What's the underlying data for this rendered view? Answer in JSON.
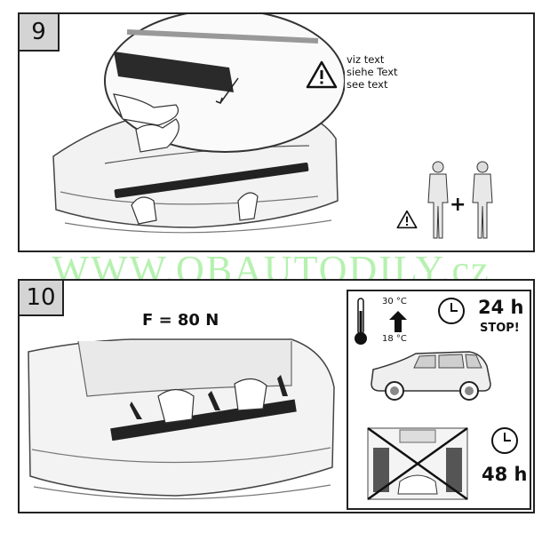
{
  "step9": {
    "number": "9",
    "notes": [
      "viz text",
      "siehe Text",
      "see text"
    ],
    "plus": "+"
  },
  "step10": {
    "number": "10",
    "force": "F = 80 N",
    "temp_max": "30 °C",
    "temp_min": "18 °C",
    "wait_time": "24 h",
    "stop": "STOP!",
    "no_wash_time": "48 h"
  },
  "watermark": "WWW.OBAUTODILY.cz",
  "colors": {
    "stepBox": "#d4d4d4",
    "ink": "#111111",
    "watermark": "#7ee66e",
    "tape": "#222222"
  }
}
